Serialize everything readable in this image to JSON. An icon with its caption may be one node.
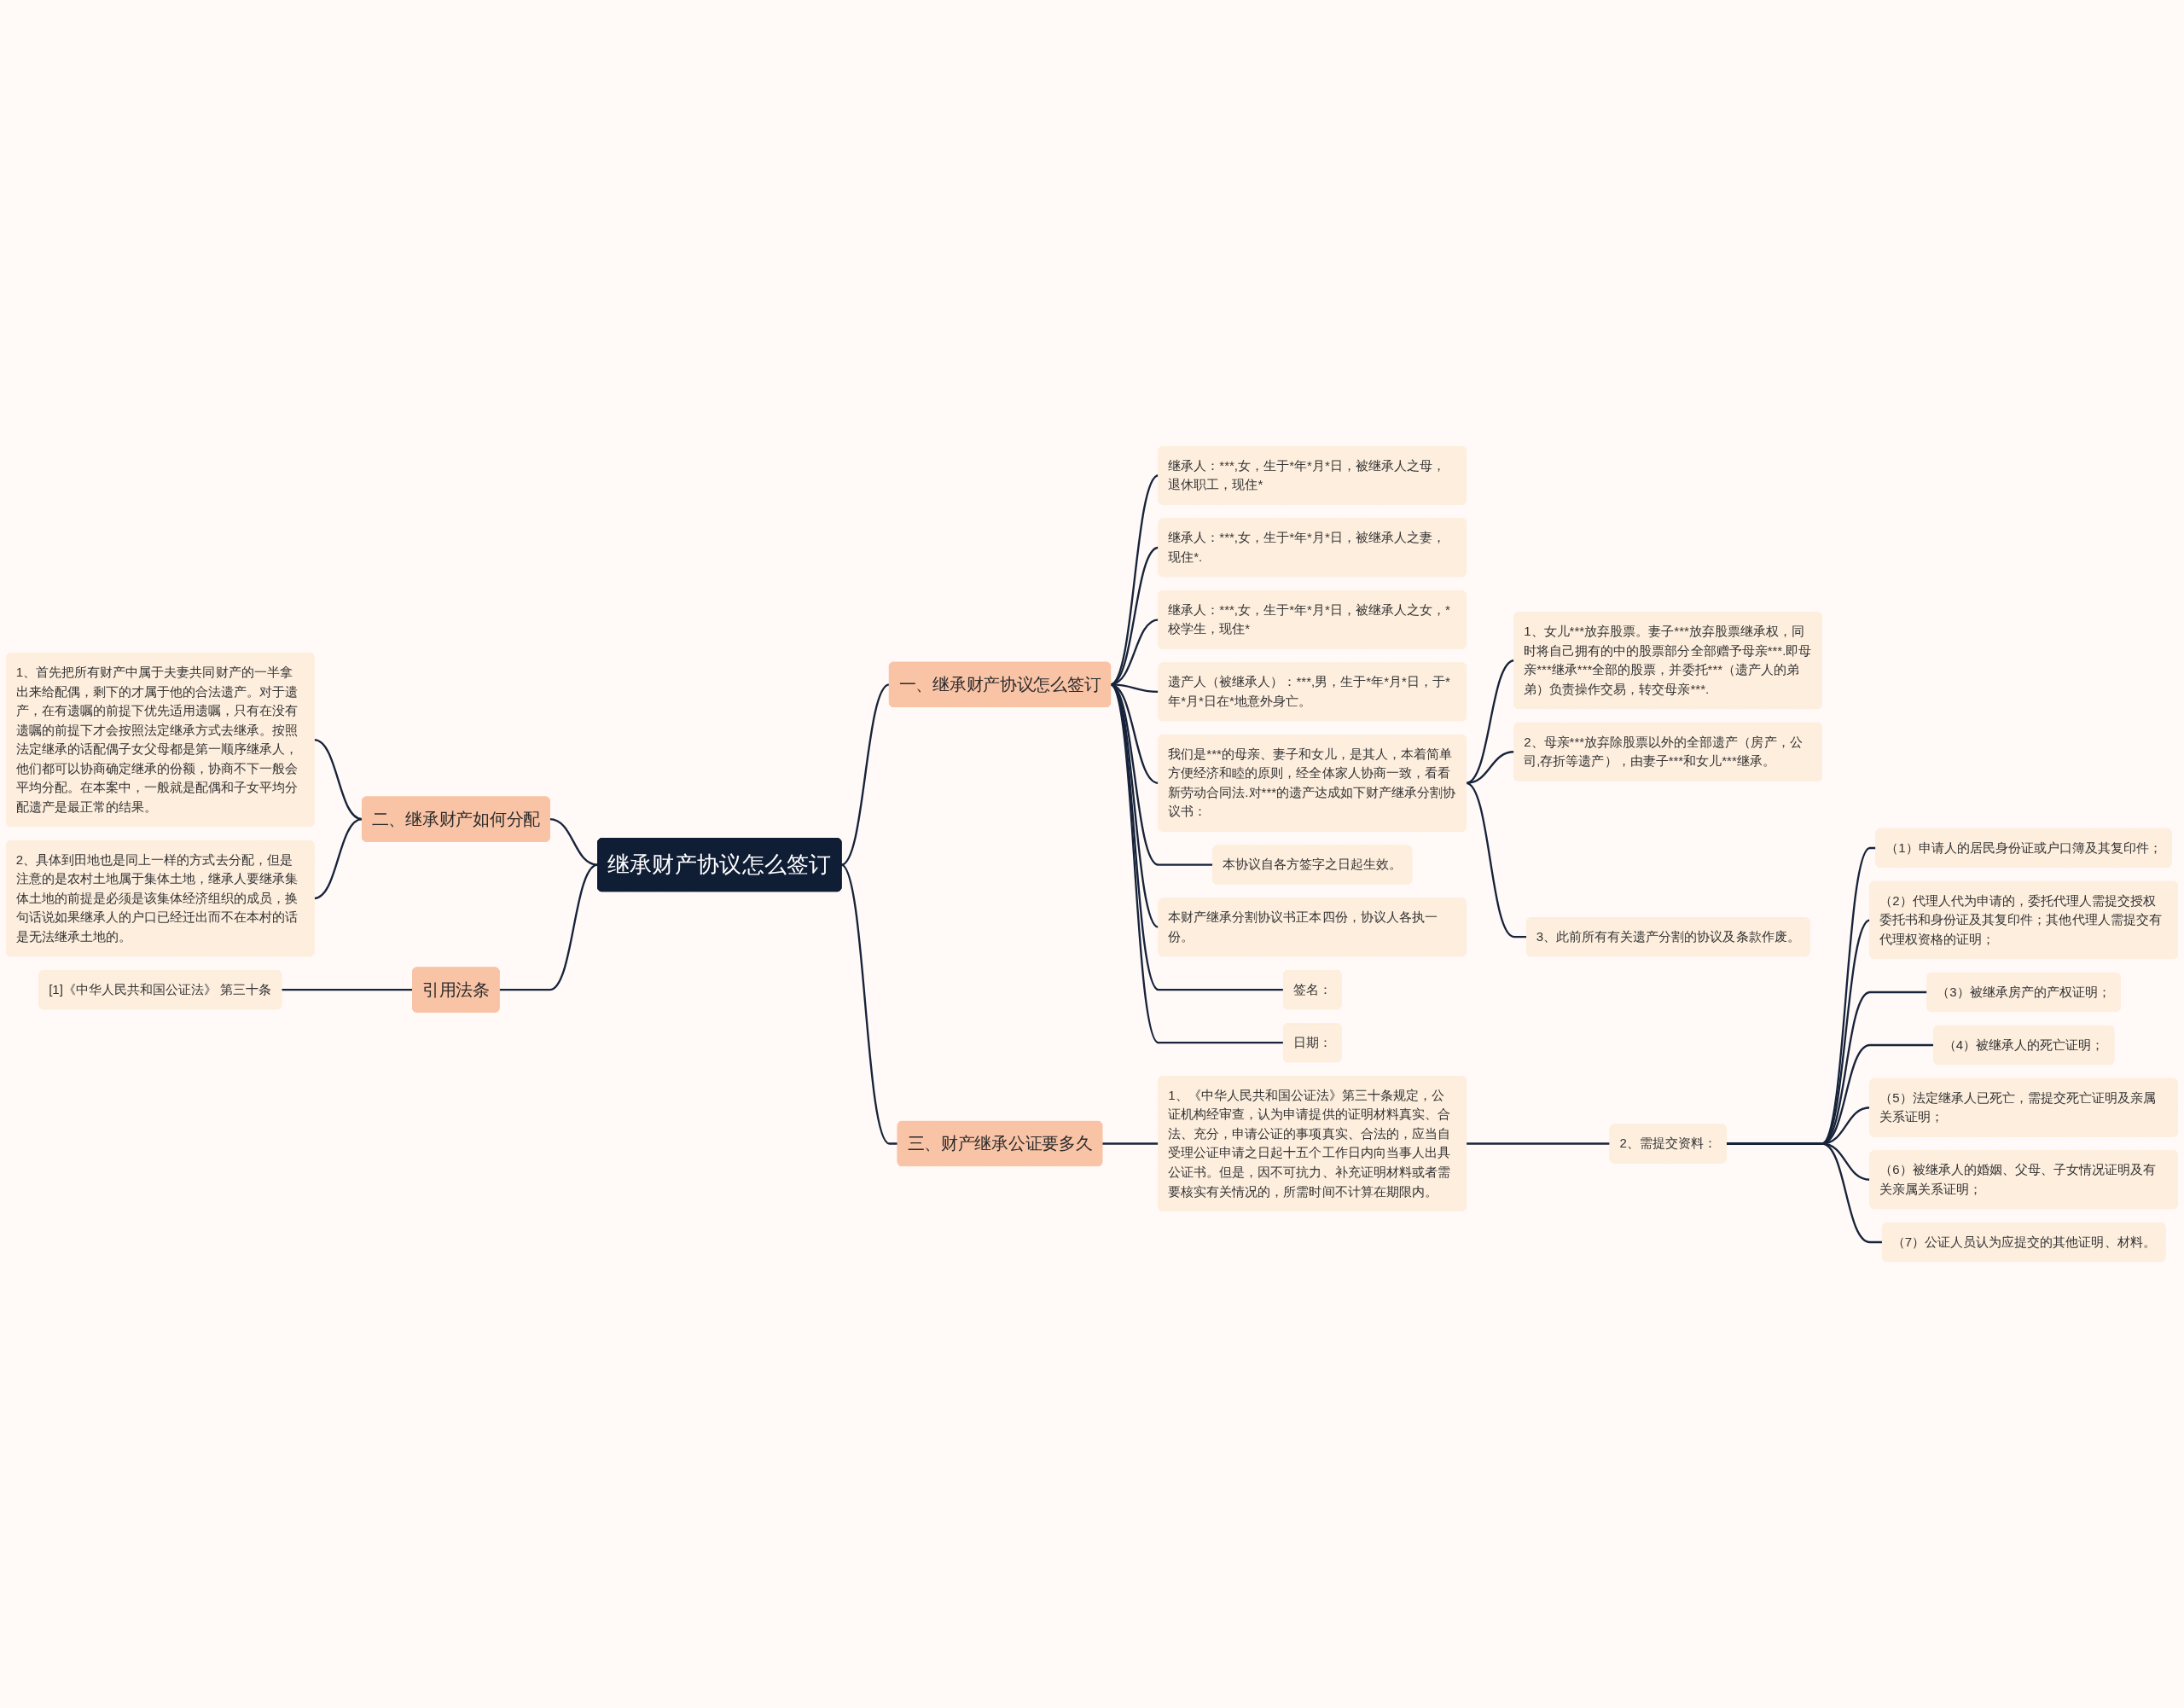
{
  "diagram": {
    "nodes": [
      {
        "text": [
          "继承财产协议怎么签订"
        ]
      },
      {
        "text": [
          "一、继承财产协议怎么签订"
        ]
      },
      {
        "text": [
          "继承人：***,女，生于*年*月*日，被继承人之母，退休职工，现住*"
        ]
      },
      {
        "text": [
          "继承人：***,女，生于*年*月*日，被继承人之妻，现住*."
        ]
      },
      {
        "text": [
          "继承人：***,女，生于*年*月*日，被继承人之女，*校学生，现住*"
        ]
      },
      {
        "text": [
          "遗产人（被继承人）：***,男，生于*年*月*日，于*年*月*日在*地意外身亡。"
        ]
      },
      {
        "text": [
          "我们是***的母亲、妻子和女儿，是其人，本着简单方便经济和睦的原则，经全体家人协商一致，看看新劳动合同法.对***的遗产达成如下财产继承分割协议书："
        ]
      },
      {
        "text": [
          "1、女儿***放弃股票。妻子***放弃股票继承权，同时将自己拥有的中的股票部分全部赠予母亲***.即母亲***继承***全部的股票，并委托***（遗产人的弟弟）负责操作交易，转交母亲***."
        ]
      },
      {
        "text": [
          "2、母亲***放弃除股票以外的全部遗产（房产，公司,存折等遗产），由妻子***和女儿***继承。"
        ]
      },
      {
        "text": [
          "3、此前所有有关遗产分割的协议及条款作废。"
        ]
      },
      {
        "text": [
          "本协议自各方签字之日起生效。"
        ]
      },
      {
        "text": [
          "本财产继承分割协议书正本四份，协议人各执一份。"
        ]
      },
      {
        "text": [
          "签名："
        ]
      },
      {
        "text": [
          "日期："
        ]
      },
      {
        "text": [
          "二、继承财产如何分配"
        ]
      },
      {
        "text": [
          "1、首先把所有财产中属于夫妻共同财产的一半拿出来给配偶，剩下的才属于他的合法遗产。对于遗产，在有遗嘱的前提下优先适用遗嘱，只有在没有遗嘱的前提下才会按照法定继承方式去继承。按照法定继承的话配偶子女父母都是第一顺序继承人，他们都可以协商确定继承的份额，协商不下一般会平均分配。在本案中，一般就是配偶和子女平均分配遗产是最正常的结果。"
        ]
      },
      {
        "text": [
          "2、具体到田地也是同上一样的方式去分配，但是注意的是农村土地属于集体土地，继承人要继承集体土地的前提是必须是该集体经济组织的成员，换句话说如果继承人的户口已经迁出而不在本村的话是无法继承土地的。"
        ]
      },
      {
        "text": [
          "引用法条"
        ]
      },
      {
        "text": [
          "[1]《中华人民共和国公证法》 第三十条"
        ]
      },
      {
        "text": [
          "三、财产继承公证要多久"
        ]
      },
      {
        "text": [
          "1、《中华人民共和国公证法》第三十条规定，公证机构经审查，认为申请提供的证明材料真实、合法、充分，申请公证的事项真实、合法的，应当自受理公证申请之日起十五个工作日内向当事人出具公证书。但是，因不可抗力、补充证明材料或者需要核实有关情况的，所需时间不计算在期限内。"
        ]
      },
      {
        "text": [
          "2、需提交资料："
        ]
      },
      {
        "text": [
          "（1）申请人的居民身份证或户口簿及其复印件；"
        ]
      },
      {
        "text": [
          "（2）代理人代为申请的，委托代理人需提交授权委托书和身份证及其复印件；其他代理人需提交有代理权资格的证明；"
        ]
      },
      {
        "text": [
          "（3）被继承房产的产权证明；"
        ]
      },
      {
        "text": [
          "（4）被继承人的死亡证明；"
        ]
      },
      {
        "text": [
          "（5）法定继承人已死亡，需提交死亡证明及亲属关系证明；"
        ]
      },
      {
        "text": [
          "（6）被继承人的婚姻、父母、子女情况证明及有关亲属关系证明；"
        ]
      },
      {
        "text": [
          "（7）公证人员认为应提交的其他证明、材料。"
        ]
      }
    ],
    "edges": [
      {
        "from": 0,
        "to": 1,
        "arrow": "none"
      },
      {
        "from": 1,
        "to": 2,
        "arrow": "none"
      },
      {
        "from": 1,
        "to": 3,
        "arrow": "none"
      },
      {
        "from": 1,
        "to": 4,
        "arrow": "none"
      },
      {
        "from": 1,
        "to": 5,
        "arrow": "none"
      },
      {
        "from": 1,
        "to": 6,
        "arrow": "none"
      },
      {
        "from": 6,
        "to": 7,
        "arrow": "none"
      },
      {
        "from": 6,
        "to": 8,
        "arrow": "none"
      },
      {
        "from": 6,
        "to": 9,
        "arrow": "none"
      },
      {
        "from": 1,
        "to": 10,
        "arrow": "none"
      },
      {
        "from": 1,
        "to": 11,
        "arrow": "none"
      },
      {
        "from": 1,
        "to": 12,
        "arrow": "none"
      },
      {
        "from": 1,
        "to": 13,
        "arrow": "none"
      },
      {
        "from": 14,
        "to": 0,
        "arrow": "none"
      },
      {
        "from": 15,
        "to": 14,
        "arrow": "none"
      },
      {
        "from": 16,
        "to": 14,
        "arrow": "none"
      },
      {
        "from": 17,
        "to": 0,
        "arrow": "none"
      },
      {
        "from": 18,
        "to": 17,
        "arrow": "none"
      },
      {
        "from": 0,
        "to": 19,
        "arrow": "none"
      },
      {
        "from": 19,
        "to": 20,
        "arrow": "none"
      },
      {
        "from": 20,
        "to": 21,
        "arrow": "none"
      },
      {
        "from": 21,
        "to": 22,
        "arrow": "none"
      },
      {
        "from": 21,
        "to": 23,
        "arrow": "none"
      },
      {
        "from": 21,
        "to": 24,
        "arrow": "none"
      },
      {
        "from": 21,
        "to": 25,
        "arrow": "none"
      },
      {
        "from": 21,
        "to": 26,
        "arrow": "none"
      },
      {
        "from": 21,
        "to": 27,
        "arrow": "none"
      },
      {
        "from": 21,
        "to": 28,
        "arrow": "none"
      }
    ]
  }
}
